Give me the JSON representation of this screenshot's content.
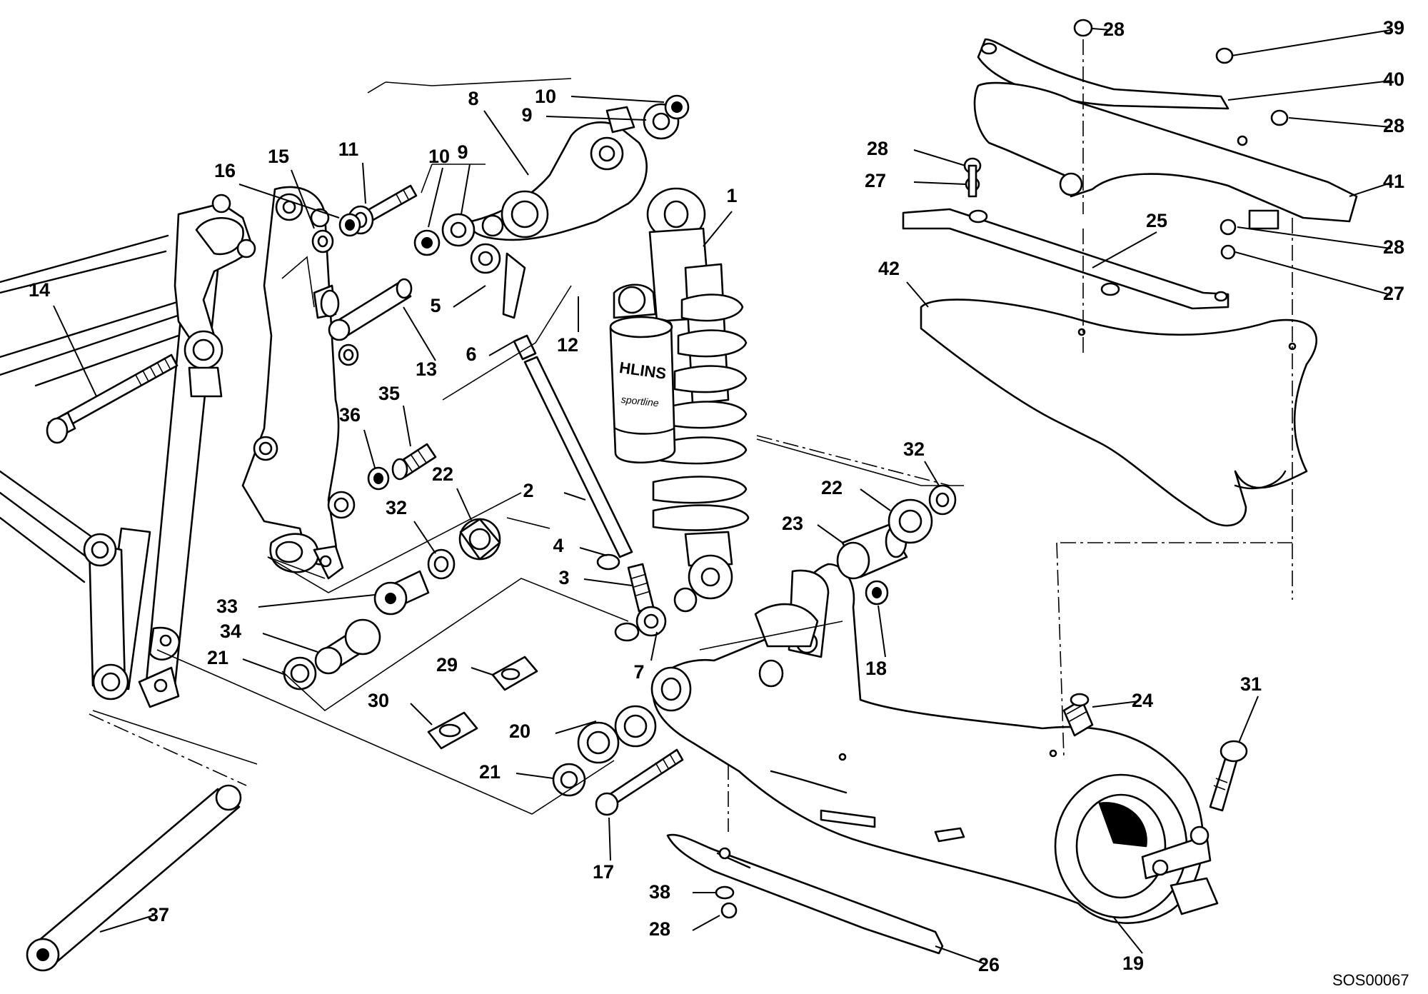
{
  "diagram": {
    "drawing_code": "SOS00067",
    "shock_brand_text": "HLINS",
    "shock_sub_text": "sportline",
    "callouts": [
      {
        "label": "1"
      },
      {
        "label": "2"
      },
      {
        "label": "3"
      },
      {
        "label": "4"
      },
      {
        "label": "5"
      },
      {
        "label": "6"
      },
      {
        "label": "7"
      },
      {
        "label": "8"
      },
      {
        "label": "9"
      },
      {
        "label": "9"
      },
      {
        "label": "10"
      },
      {
        "label": "10"
      },
      {
        "label": "11"
      },
      {
        "label": "12"
      },
      {
        "label": "13"
      },
      {
        "label": "14"
      },
      {
        "label": "15"
      },
      {
        "label": "16"
      },
      {
        "label": "17"
      },
      {
        "label": "18"
      },
      {
        "label": "19"
      },
      {
        "label": "20"
      },
      {
        "label": "21"
      },
      {
        "label": "21"
      },
      {
        "label": "22"
      },
      {
        "label": "22"
      },
      {
        "label": "23"
      },
      {
        "label": "24"
      },
      {
        "label": "25"
      },
      {
        "label": "26"
      },
      {
        "label": "27"
      },
      {
        "label": "27"
      },
      {
        "label": "28"
      },
      {
        "label": "28"
      },
      {
        "label": "28"
      },
      {
        "label": "28"
      },
      {
        "label": "28"
      },
      {
        "label": "29"
      },
      {
        "label": "30"
      },
      {
        "label": "31"
      },
      {
        "label": "32"
      },
      {
        "label": "32"
      },
      {
        "label": "33"
      },
      {
        "label": "34"
      },
      {
        "label": "35"
      },
      {
        "label": "36"
      },
      {
        "label": "37"
      },
      {
        "label": "38"
      },
      {
        "label": "39"
      },
      {
        "label": "40"
      },
      {
        "label": "41"
      },
      {
        "label": "42"
      }
    ]
  }
}
